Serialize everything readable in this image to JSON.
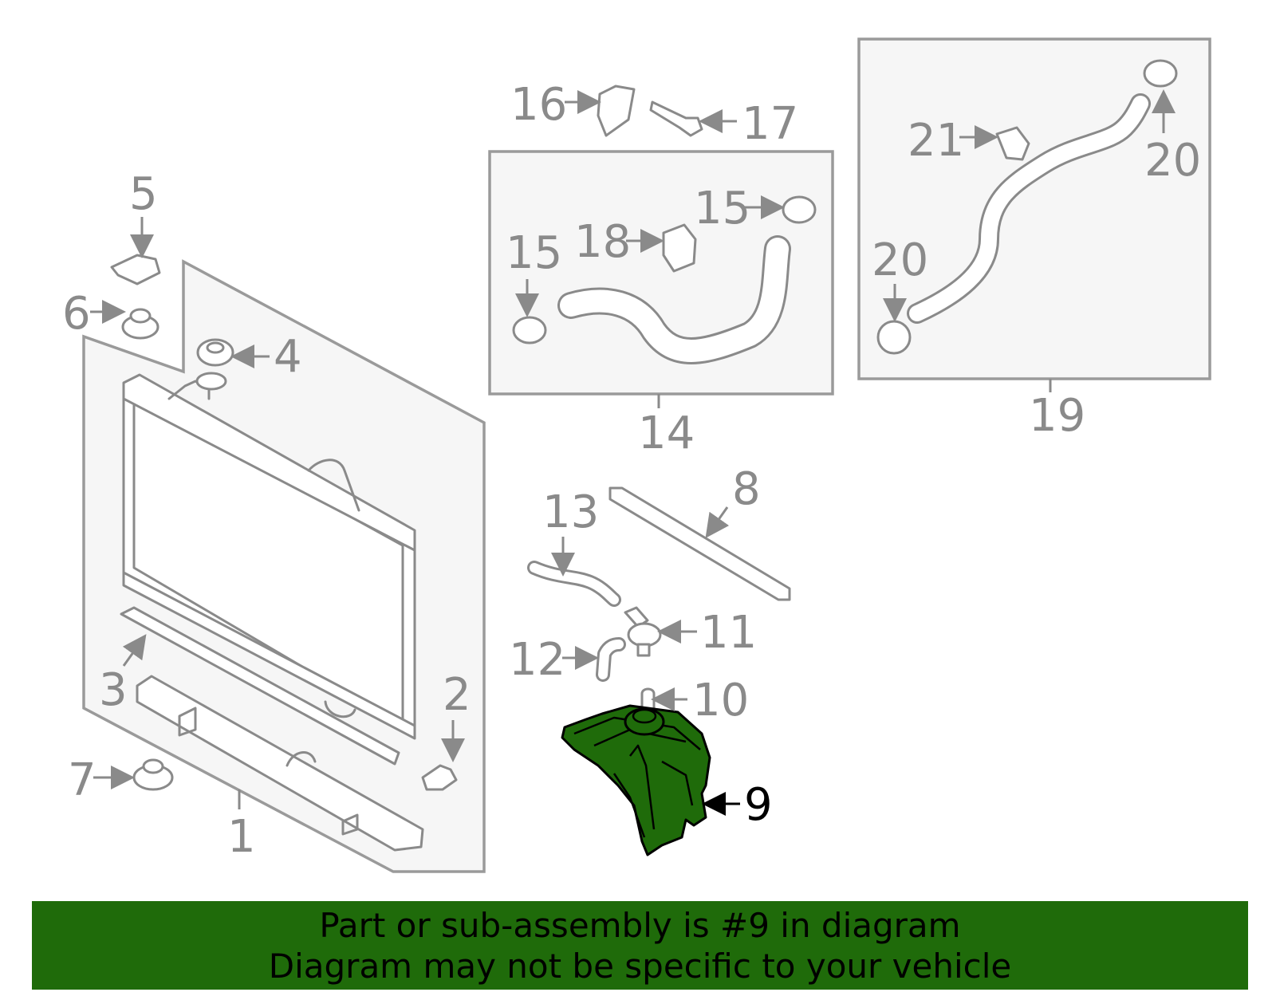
{
  "callouts": {
    "c1": "1",
    "c2": "2",
    "c3": "3",
    "c4": "4",
    "c5": "5",
    "c6": "6",
    "c7": "7",
    "c8": "8",
    "c9": "9",
    "c10": "10",
    "c11": "11",
    "c12": "12",
    "c13": "13",
    "c14": "14",
    "c15a": "15",
    "c15b": "15",
    "c16": "16",
    "c17": "17",
    "c18": "18",
    "c19": "19",
    "c20a": "20",
    "c20b": "20",
    "c21": "21"
  },
  "highlighted_part": "9",
  "banner": {
    "line1": "Part or sub-assembly is #9 in diagram",
    "line2": "Diagram may not be specific to your vehicle"
  },
  "colors": {
    "highlight": "#1f6b0a",
    "banner": "#1f6b0a",
    "line_art": "#8a8a8a"
  }
}
